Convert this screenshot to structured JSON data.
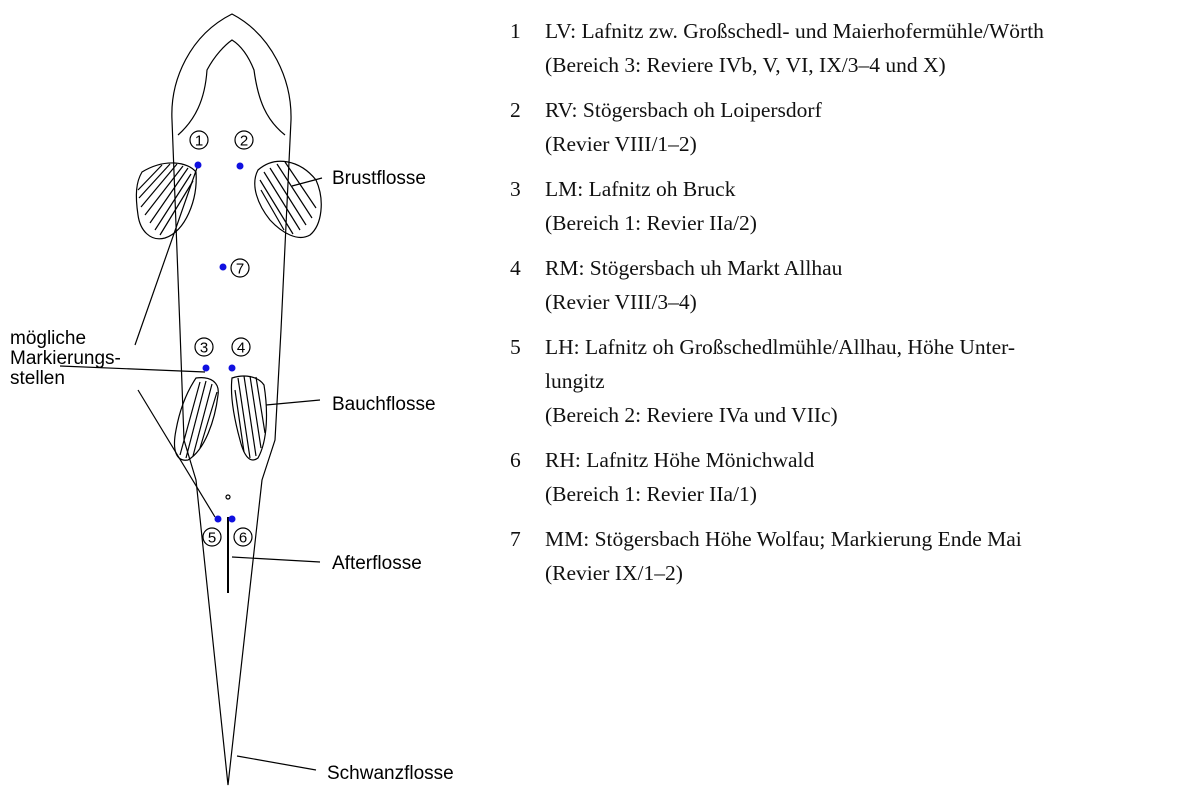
{
  "diagram": {
    "labels": {
      "brustflosse": "Brustflosse",
      "bauchflosse": "Bauchflosse",
      "afterflosse": "Afterflosse",
      "schwanzflosse": "Schwanzflosse",
      "markierung_1": "mögliche",
      "markierung_2": "Markierungs-",
      "markierung_3": "stellen"
    },
    "markers": [
      "1",
      "2",
      "3",
      "4",
      "5",
      "6",
      "7"
    ],
    "marker_color": "#1010e0"
  },
  "legend": [
    {
      "num": "1",
      "lines": [
        "LV: Lafnitz zw. Großschedl- und Maierhofermühle/Wörth",
        "(Bereich 3: Reviere IVb, V, VI, IX/3–4 und X)"
      ]
    },
    {
      "num": "2",
      "lines": [
        "RV: Stögersbach oh Loipersdorf",
        "(Revier VIII/1–2)"
      ]
    },
    {
      "num": "3",
      "lines": [
        "LM: Lafnitz oh Bruck",
        "(Bereich 1: Revier IIa/2)"
      ]
    },
    {
      "num": "4",
      "lines": [
        "RM: Stögersbach uh Markt Allhau",
        "(Revier VIII/3–4)"
      ]
    },
    {
      "num": "5",
      "lines": [
        "LH: Lafnitz oh Großschedlmühle/Allhau, Höhe Unter-",
        "lungitz",
        "(Bereich 2: Reviere IVa und VIIc)"
      ]
    },
    {
      "num": "6",
      "lines": [
        "RH: Lafnitz Höhe Mönichwald",
        "(Bereich 1: Revier IIa/1)"
      ]
    },
    {
      "num": "7",
      "lines": [
        "MM: Stögersbach Höhe Wolfau; Markierung Ende Mai",
        "(Revier IX/1–2)"
      ]
    }
  ]
}
